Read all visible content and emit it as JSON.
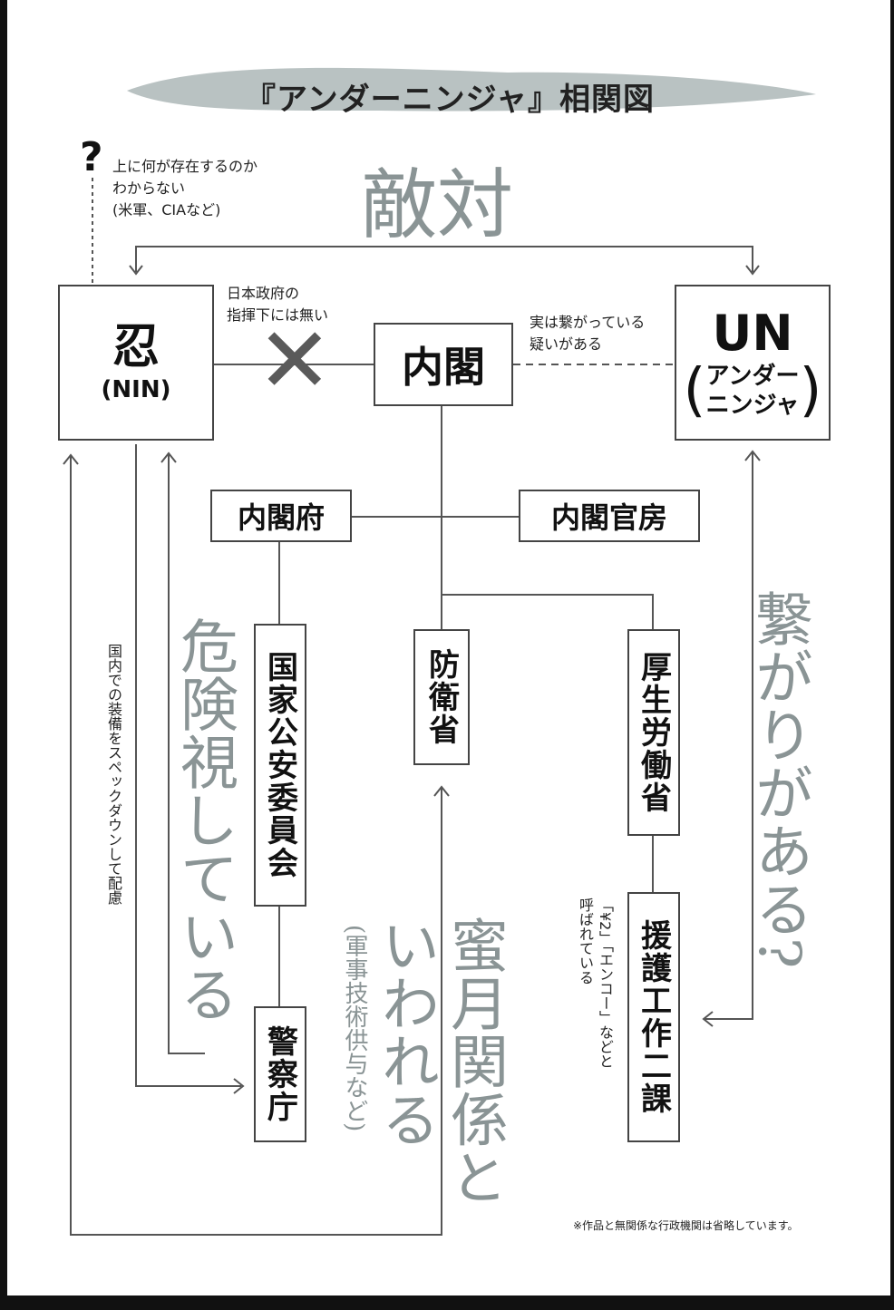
{
  "title": "『アンダーニンジャ』相関図",
  "nodes": {
    "nin": {
      "name": "忍",
      "sub": "(NIN)"
    },
    "naikaku": "内閣",
    "un": {
      "name": "UN",
      "sub_line1": "アンダー",
      "sub_line2": "ニンジャ"
    },
    "naikakufu": "内閣府",
    "naikaku_kanbo": "内閣官房",
    "kokka_koan": "国家公安委員会",
    "boeisho": "防衛省",
    "koroudousho": "厚生労働省",
    "keisatsucho": "警察庁",
    "engo": "援護工作二課"
  },
  "labels": {
    "unknown_above": [
      "上に何が存在するのか",
      "わからない",
      "(米軍、CIAなど)"
    ],
    "not_under_govt": [
      "日本政府の",
      "指揮下には無い"
    ],
    "actually_connected": [
      "実は繋がっている",
      "疑いがある"
    ],
    "spec_down": "国内での装備をスペックダウンして配慮",
    "y2_names": [
      "「¥2」「エンコー」などと",
      "呼ばれている"
    ],
    "military_tech": "(軍事技術供与など)",
    "footnote": "※作品と無関係な行政機関は省略しています。"
  },
  "relations": {
    "hostile": "敵対",
    "dangerous": "危険視している",
    "honeymoon_1": "蜜月関係と",
    "honeymoon_2": "いわれる",
    "connected": "繋がりがある?"
  },
  "colors": {
    "line": "#555555",
    "grey_text": "#8a9495",
    "brush": "#b9c2c2"
  }
}
